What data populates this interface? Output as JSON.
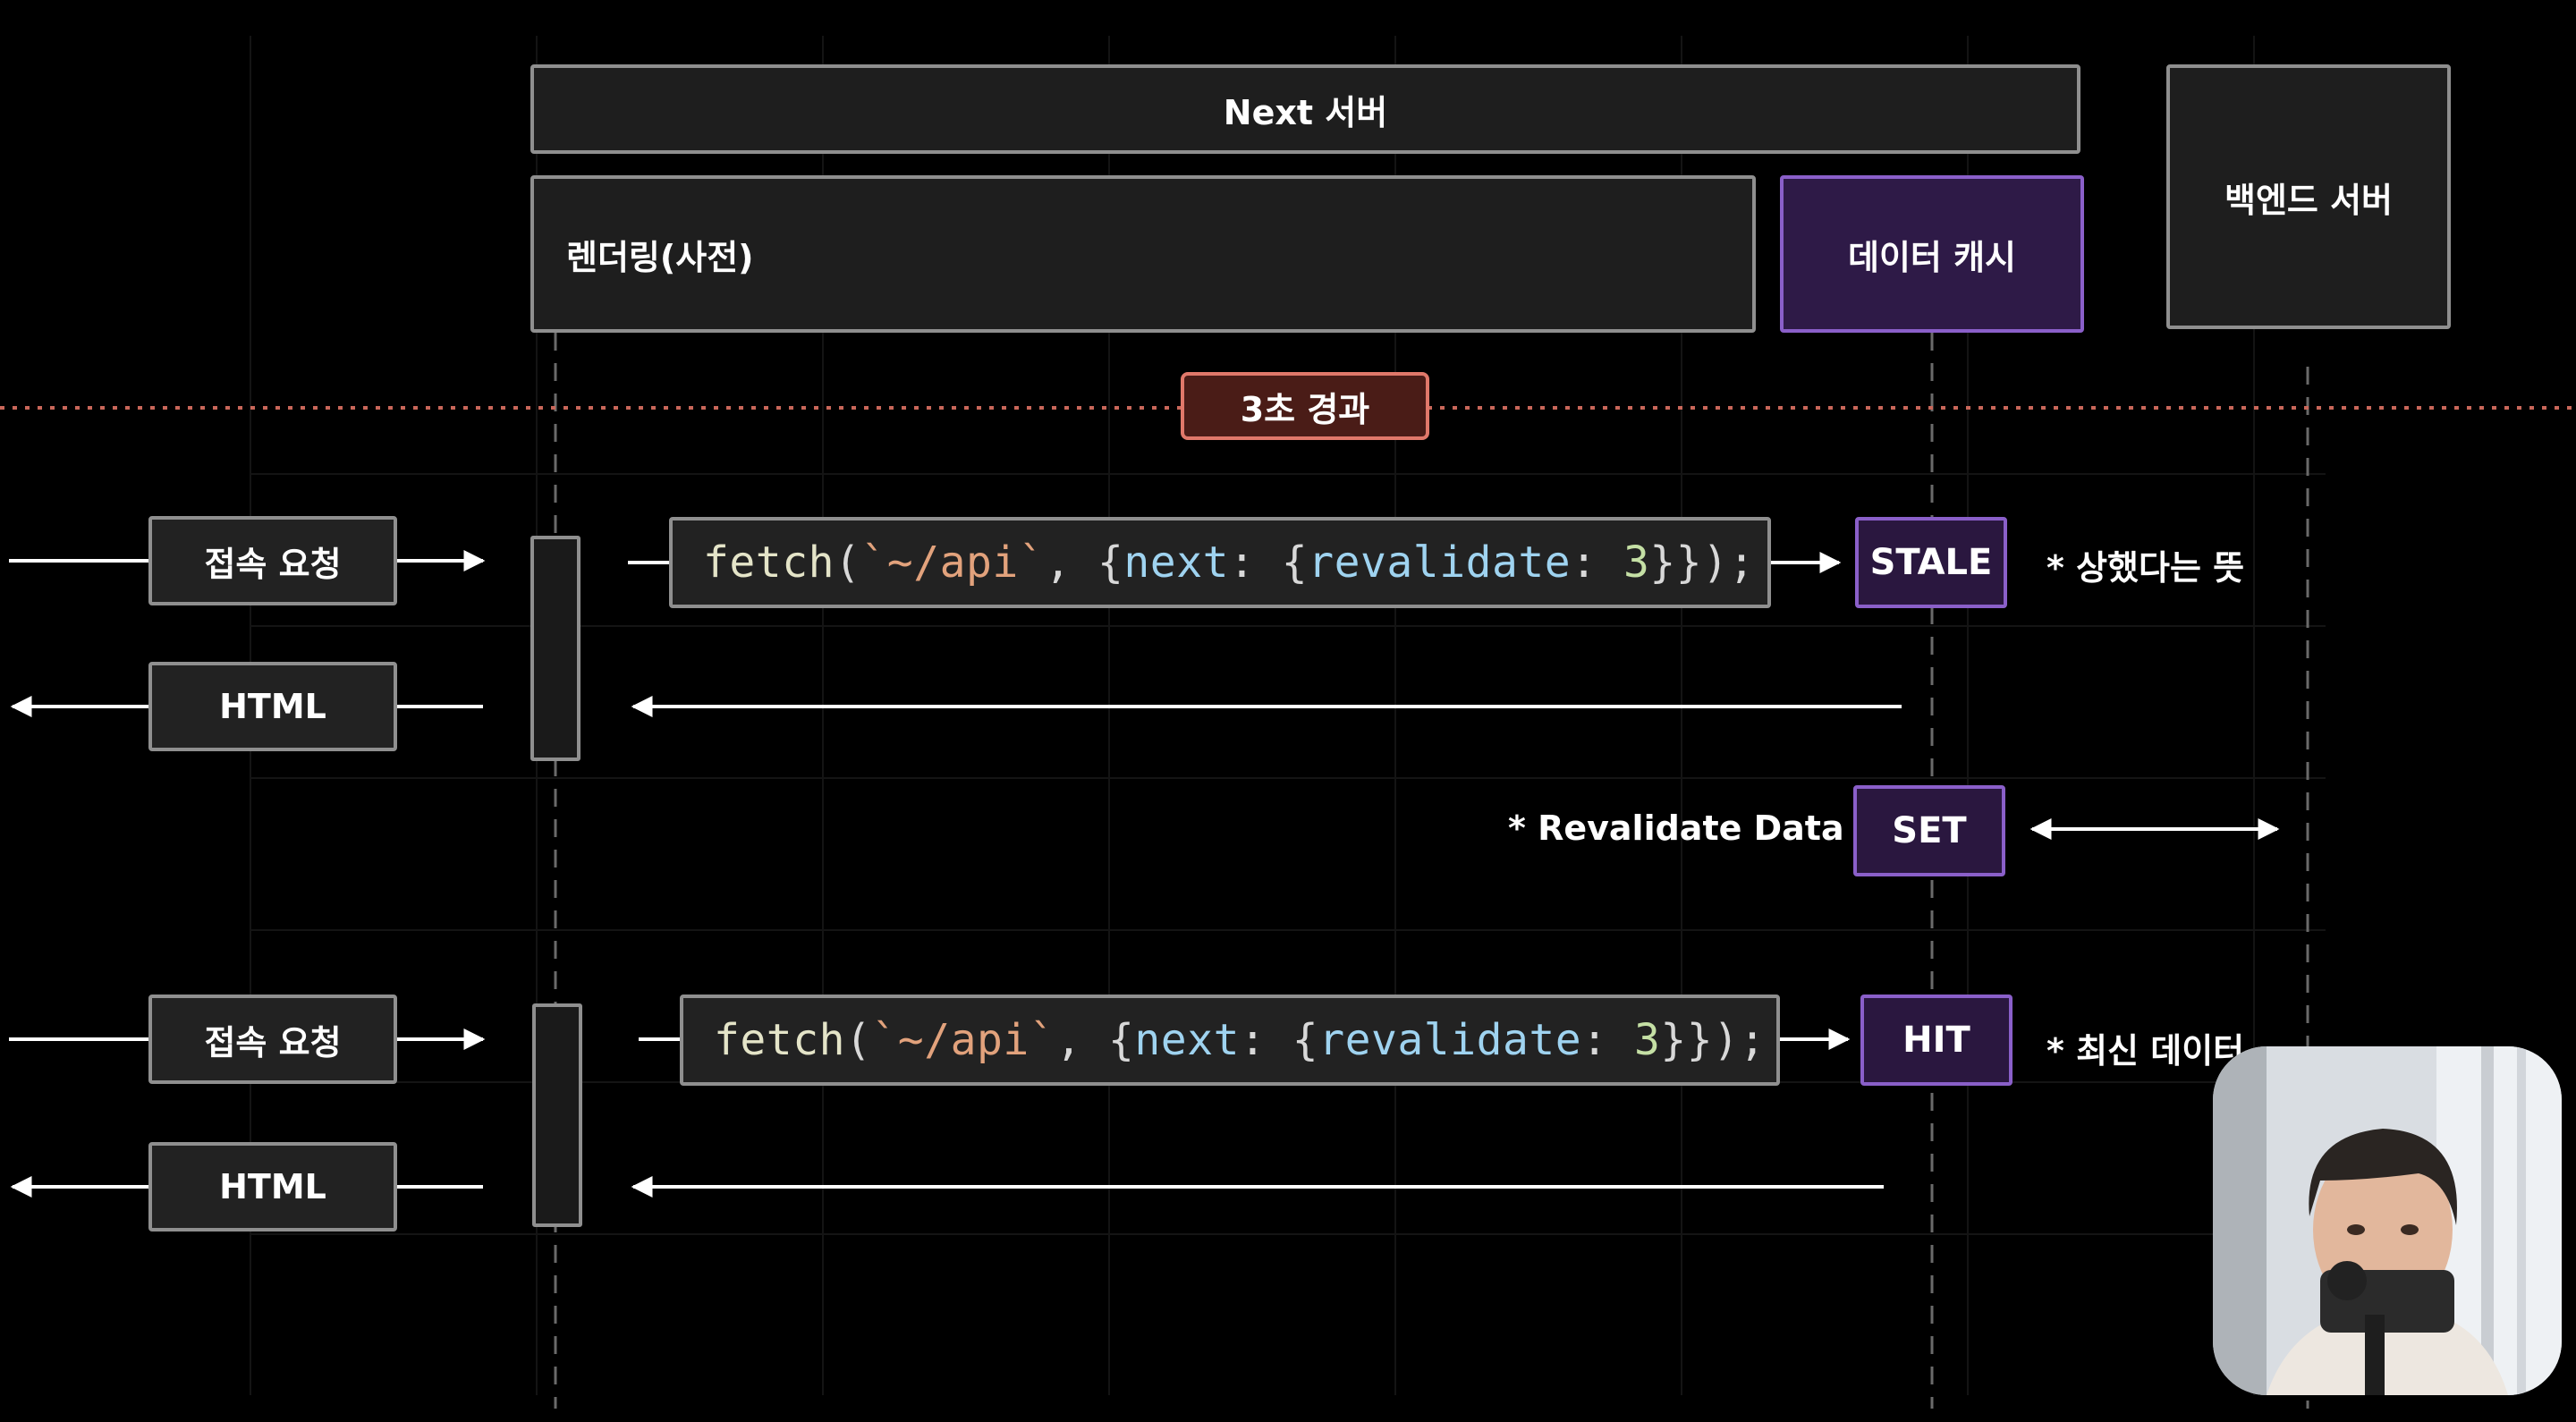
{
  "header": {
    "next_server": "Next 서버",
    "rendering": "렌더링(사전)",
    "data_cache": "데이터 캐시",
    "backend_server": "백엔드 서버"
  },
  "timer": {
    "label": "3초 경과"
  },
  "sequence_1": {
    "request": "접속 요청",
    "response": "HTML",
    "code": {
      "fn": "fetch",
      "open_paren": "(",
      "url": "`~/api`",
      "comma": ", ",
      "brace_open": "{",
      "key_next": "next",
      "colon1": ": ",
      "brace_open2": "{",
      "key_revalidate": "revalidate",
      "colon2": ": ",
      "num": "3",
      "close": "}});"
    },
    "cache_status": "STALE",
    "cache_note": "* 상했다는 뜻"
  },
  "revalidate": {
    "note": "* Revalidate Data",
    "action": "SET"
  },
  "sequence_2": {
    "request": "접속 요청",
    "response": "HTML",
    "code": {
      "fn": "fetch",
      "open_paren": "(",
      "url": "`~/api`",
      "comma": ", ",
      "brace_open": "{",
      "key_next": "next",
      "colon1": ": ",
      "brace_open2": "{",
      "key_revalidate": "revalidate",
      "colon2": ": ",
      "num": "3",
      "close": "}});"
    },
    "cache_status": "HIT",
    "cache_note": "* 최신 데이터"
  },
  "colors": {
    "background": "#000000",
    "box_fill": "#1e1e1e",
    "box_border": "#8f8f8f",
    "cache_fill": "#2e1a47",
    "cache_border": "#8a5fc9",
    "timer_fill": "#4a1c17",
    "timer_border": "#e0786a",
    "timer_line": "#c9675a",
    "arrow": "#ffffff"
  }
}
